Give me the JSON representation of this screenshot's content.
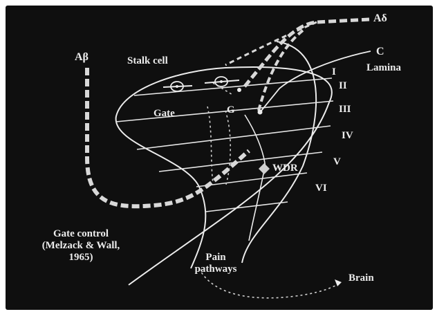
{
  "labels": {
    "a_delta": "Aδ",
    "a_beta": "Aβ",
    "c_fiber": "C",
    "lamina": "Lamina",
    "stalk_cell": "Stalk cell",
    "gate": "Gate",
    "g": "G",
    "wdr": "WDR",
    "brain": "Brain",
    "pain_line1": "Pain",
    "pain_line2": "pathways",
    "gate_control_line1": "Gate control",
    "gate_control_line2": "(Melzack & Wall,",
    "gate_control_line3": "1965)"
  },
  "laminae": [
    "I",
    "II",
    "III",
    "IV",
    "V",
    "VI"
  ],
  "colors": {
    "background": "#0f0f0f",
    "foreground": "#ececec"
  }
}
